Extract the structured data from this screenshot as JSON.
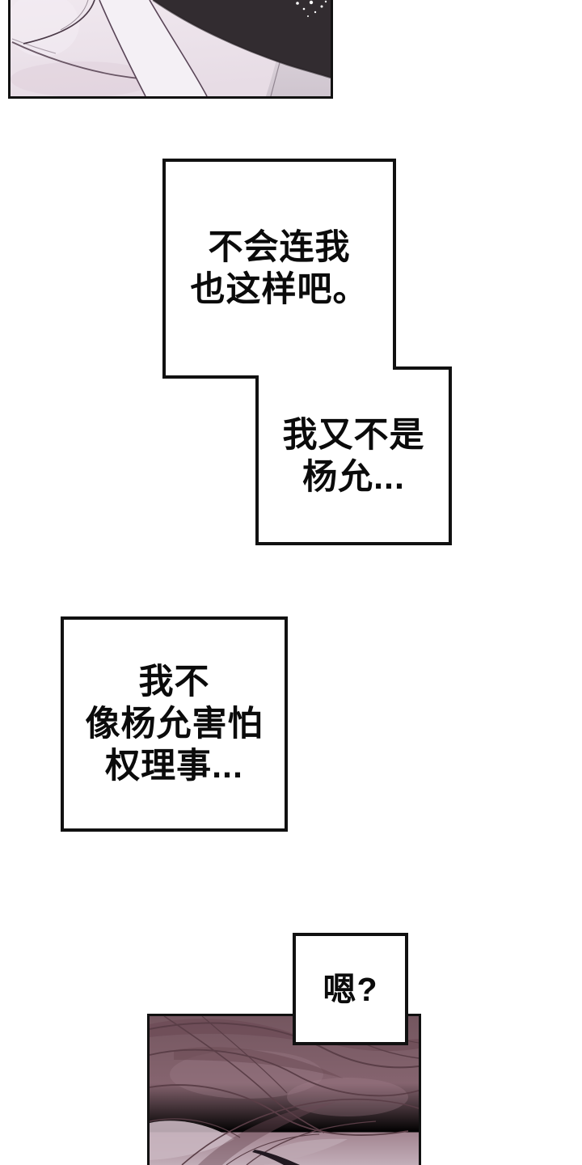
{
  "page": {
    "kind": "comic-page",
    "background": "#ffffff"
  },
  "speech_bubbles": [
    {
      "name": "bubble-1",
      "lines": [
        "不会连我",
        "也这样吧。"
      ]
    },
    {
      "name": "bubble-2",
      "lines": [
        "我又不是",
        "杨允..."
      ]
    },
    {
      "name": "bubble-3",
      "lines": [
        "我不",
        "像杨允害怕",
        "权理事..."
      ]
    },
    {
      "name": "bubble-4",
      "lines": [
        "嗯?"
      ]
    }
  ],
  "artwork": {
    "top_panel": {
      "description": "close-up of pale face and neck, white collar strips, dark hair mass with tiny sparkles in top-right",
      "skin": "#ece3ea",
      "hair_mass": "#322c30",
      "collar": "#f4f0f5",
      "collar_shadow_band": "#d8cfd7",
      "line_color": "#53404f",
      "sparkle": "#ffffff"
    },
    "bottom_panel": {
      "description": "close-up of reddish-brown hair sweeping over a forehead, dark eyebrow at bottom center",
      "base_top": "#74565f",
      "base_mid": "#8a6a74",
      "base_bottom": "#c2aeb8",
      "strand_line": "#5a3e47",
      "strand_fill": "#6b4a54",
      "skin_patch": "#c9b6c0",
      "eyebrow": "#221921"
    }
  },
  "style": {
    "border_color": "#111111",
    "bubble_background": "#ffffff",
    "text_color": "#0b0b0b"
  }
}
